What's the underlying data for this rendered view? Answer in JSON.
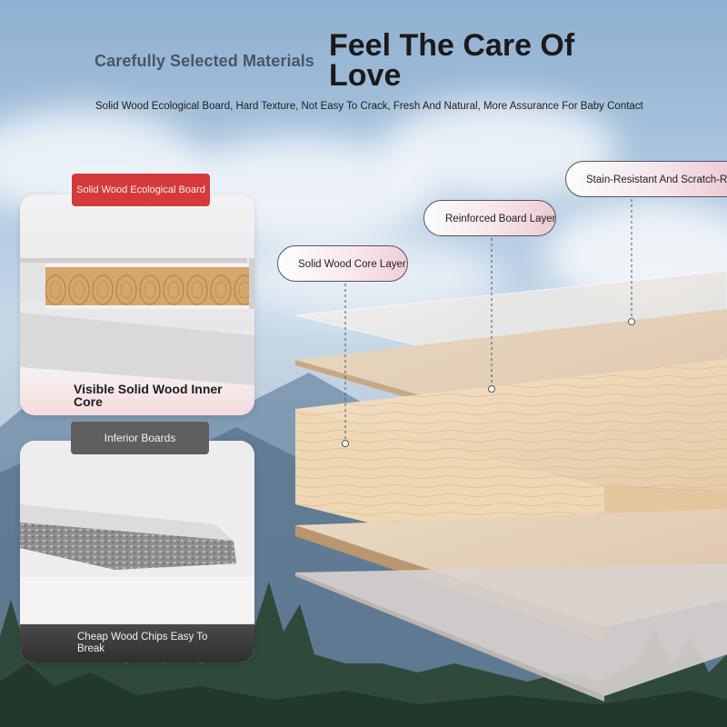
{
  "header": {
    "kicker": "Carefully Selected Materials",
    "title": "Feel The Care Of Love",
    "subtitle": "Solid Wood Ecological Board, Hard Texture, Not Easy To Crack, Fresh And Natural, More Assurance For Baby Contact"
  },
  "good_card": {
    "tag": "Solid Wood Ecological Board",
    "caption": "Visible Solid Wood Inner Core"
  },
  "bad_card": {
    "tag": "Inferior Boards",
    "caption": "Cheap Wood Chips Easy To Break"
  },
  "layers": [
    {
      "label": "Solid Wood Core Layer"
    },
    {
      "label": "Reinforced Board Layer"
    },
    {
      "label": "Stain-Resistant And Scratch-Resistant Layer"
    }
  ],
  "colors": {
    "accent_red": "#d43a3a",
    "inferior_gray": "#5e5e5e",
    "wood_light": "#e9d6bd",
    "wood_core": "#f1dcbf"
  }
}
